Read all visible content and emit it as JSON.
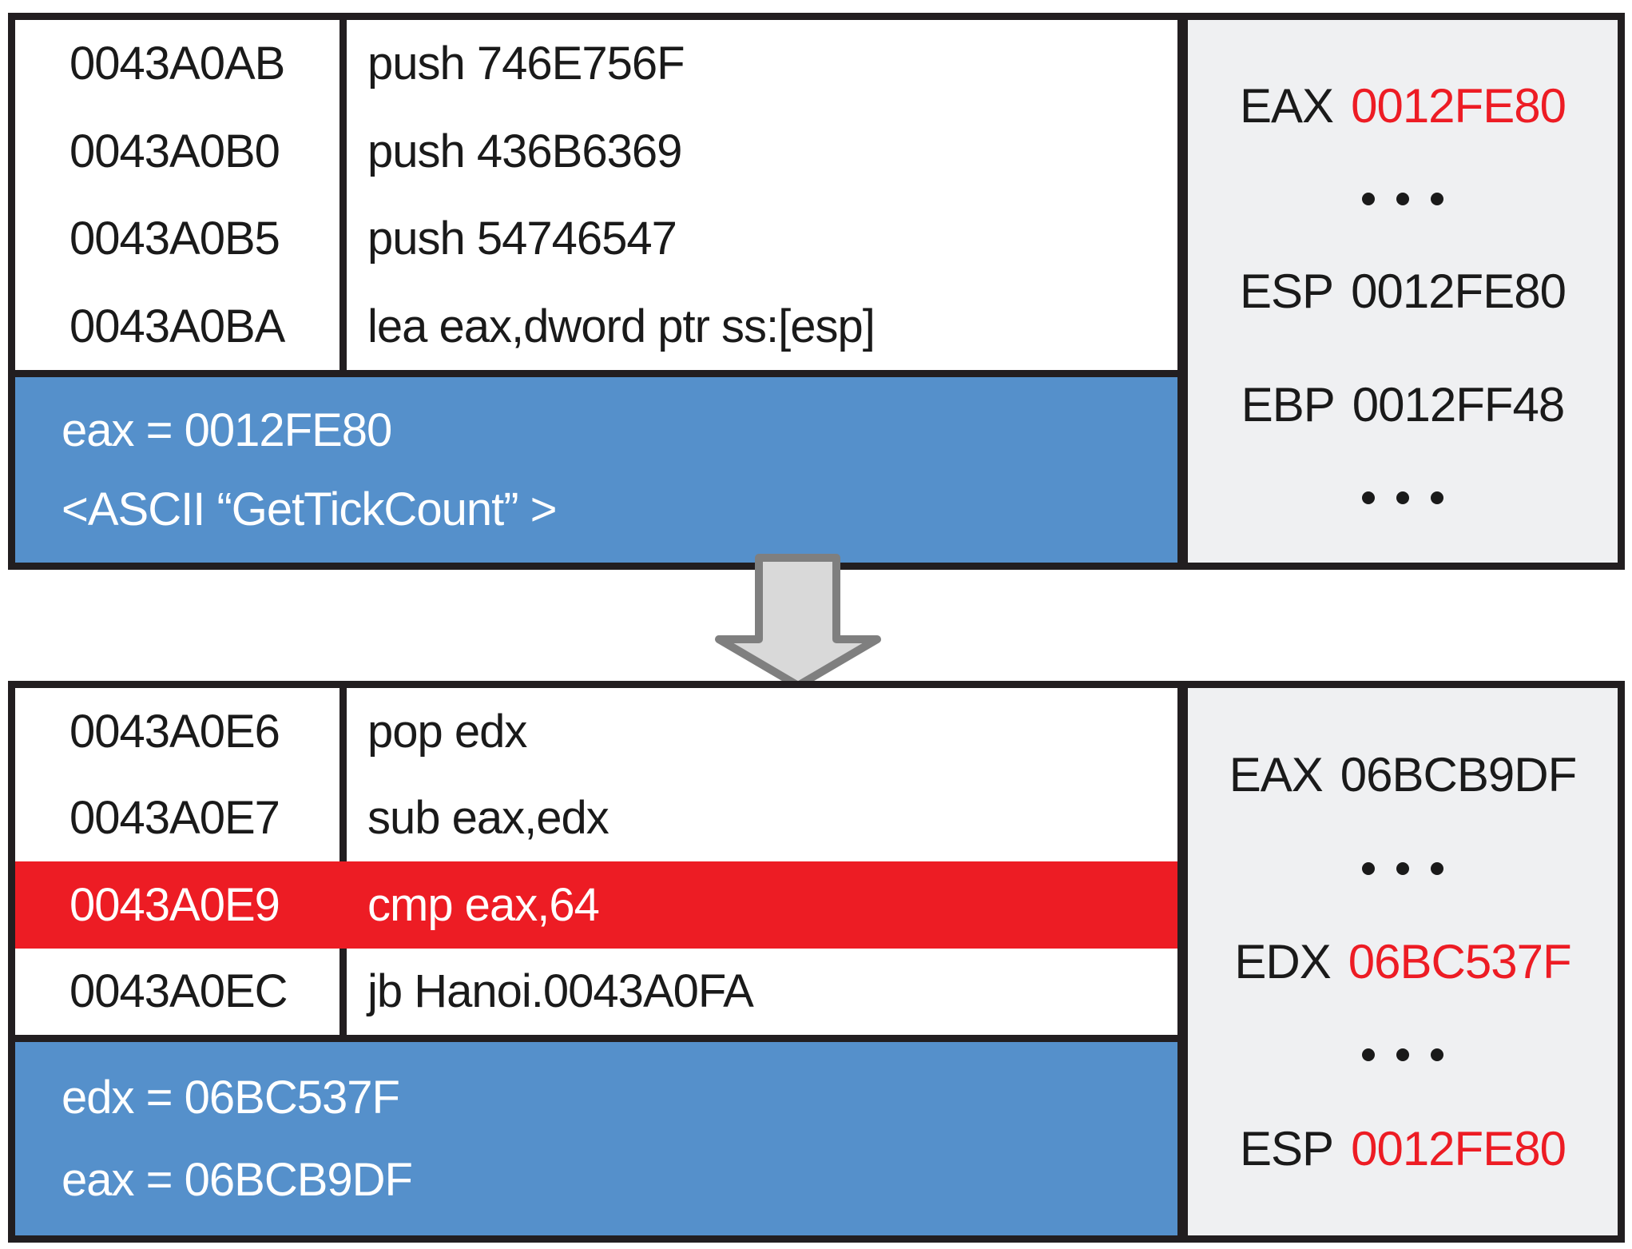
{
  "figure": {
    "description_colors": {
      "border": "#221E20",
      "highlight_blue": "#5590CB",
      "highlight_red": "#ED1C24",
      "register_panel_gray": "#EFF0F2",
      "arrow_fill": "#D9D9D9",
      "arrow_stroke": "#7F7F7F",
      "text": "#1A1A1A"
    },
    "top": {
      "code_rows": [
        {
          "address": "0043A0AB",
          "instruction": "push 746E756F",
          "highlight": false
        },
        {
          "address": "0043A0B0",
          "instruction": "push 436B6369",
          "highlight": false
        },
        {
          "address": "0043A0B5",
          "instruction": "push 54746547",
          "highlight": false
        },
        {
          "address": "0043A0BA",
          "instruction": "lea eax,dword ptr ss:[esp]",
          "highlight": false
        }
      ],
      "note_lines": [
        "eax = 0012FE80",
        "<ASCII “GetTickCount” >"
      ],
      "registers": [
        {
          "label": "EAX",
          "value": "0012FE80",
          "value_red": true
        },
        {
          "dots": "…"
        },
        {
          "label": "ESP",
          "value": "0012FE80",
          "value_red": false
        },
        {
          "label": "EBP",
          "value": "0012FF48",
          "value_red": false
        },
        {
          "dots": "…"
        }
      ]
    },
    "bottom": {
      "code_rows": [
        {
          "address": "0043A0E6",
          "instruction": "pop edx",
          "highlight": false
        },
        {
          "address": "0043A0E7",
          "instruction": "sub eax,edx",
          "highlight": false
        },
        {
          "address": "0043A0E9",
          "instruction": "cmp eax,64",
          "highlight": true
        },
        {
          "address": "0043A0EC",
          "instruction": "jb Hanoi.0043A0FA",
          "highlight": false
        }
      ],
      "note_lines": [
        "edx = 06BC537F",
        "eax = 06BCB9DF"
      ],
      "registers": [
        {
          "label": "EAX",
          "value": "06BCB9DF",
          "value_red": false
        },
        {
          "dots": "…"
        },
        {
          "label": "EDX",
          "value": "06BC537F",
          "value_red": true
        },
        {
          "dots": "…"
        },
        {
          "label": "ESP",
          "value": "0012FE80",
          "value_red": true
        }
      ]
    }
  }
}
